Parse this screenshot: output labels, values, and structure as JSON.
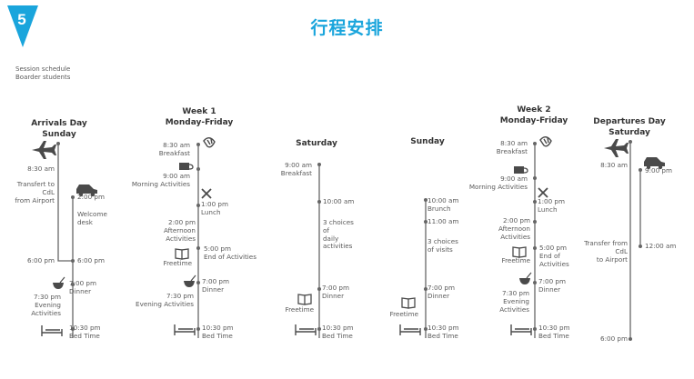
{
  "page_number": "5",
  "title": "行程安排",
  "notes": [
    "Session schedule",
    "Boarder students"
  ],
  "columns": [
    {
      "id": "arrivals",
      "heading": [
        "Arrivals Day",
        "Sunday"
      ],
      "events": [
        {
          "side": "left",
          "row": 1,
          "time": "8:30 am"
        },
        {
          "side": "left",
          "row": 2,
          "label": [
            "Transfert to",
            "CdL",
            "from Airport"
          ]
        },
        {
          "side": "right",
          "row": 2,
          "time": "2:00 pm"
        },
        {
          "side": "right",
          "row": 3,
          "label": [
            "Welcome",
            "desk"
          ]
        },
        {
          "side": "left",
          "row": 4,
          "time": "6:00 pm"
        },
        {
          "side": "right",
          "row": 4,
          "time": "6:00 pm"
        },
        {
          "side": "right",
          "row": 5,
          "time": "7:00 pm",
          "label": [
            "Dinner"
          ]
        },
        {
          "side": "left",
          "row": 6,
          "time": "7:30 pm",
          "label": [
            "Evening",
            "Activities"
          ]
        },
        {
          "side": "right",
          "row": 7,
          "time": "10:30 pm",
          "label": [
            "Bed Time"
          ]
        }
      ]
    },
    {
      "id": "week1",
      "heading": [
        "Week 1",
        "Monday-Friday"
      ],
      "events": [
        {
          "side": "left",
          "row": 1,
          "time": "8:30 am",
          "label": [
            "Breakfast"
          ]
        },
        {
          "side": "left",
          "row": 2,
          "time": "9:00 am",
          "label": [
            "Morning Activities"
          ]
        },
        {
          "side": "right",
          "row": 3,
          "time": "1:00 pm",
          "label": [
            "Lunch"
          ]
        },
        {
          "side": "left",
          "row": 4,
          "time": "2:00 pm",
          "label": [
            "Afternoon",
            "Activities"
          ]
        },
        {
          "side": "right",
          "row": 5,
          "time": "5:00 pm",
          "label": [
            "End of Activities"
          ]
        },
        {
          "side": "left",
          "row": 6,
          "label": [
            "Freetime"
          ]
        },
        {
          "side": "right",
          "row": 7,
          "time": "7:00 pm",
          "label": [
            "Dinner"
          ]
        },
        {
          "side": "left",
          "row": 8,
          "time": "7:30 pm",
          "label": [
            "Evening Activities"
          ]
        },
        {
          "side": "right",
          "row": 9,
          "time": "10:30 pm",
          "label": [
            "Bed Time"
          ]
        }
      ]
    },
    {
      "id": "saturday1",
      "heading": [
        "Saturday"
      ],
      "events": [
        {
          "side": "left",
          "row": 1,
          "time": "9:00 am",
          "label": [
            "Breakfast"
          ]
        },
        {
          "side": "right",
          "row": 2,
          "time": "10:00 am"
        },
        {
          "side": "right",
          "row": 3,
          "label": [
            "3 choices",
            "of",
            "daily",
            "activities"
          ]
        },
        {
          "side": "right",
          "row": 4,
          "time": "7:00 pm",
          "label": [
            "Dinner"
          ]
        },
        {
          "side": "left",
          "row": 5,
          "label": [
            "Freetime"
          ]
        },
        {
          "side": "right",
          "row": 6,
          "time": "10:30 pm",
          "label": [
            "Bed Time"
          ]
        }
      ]
    },
    {
      "id": "sunday",
      "heading": [
        "Sunday"
      ],
      "events": [
        {
          "side": "right",
          "row": 1,
          "time": "10:00 am",
          "label": [
            "Brunch"
          ]
        },
        {
          "side": "right",
          "row": 2,
          "time": "11:00 am"
        },
        {
          "side": "right",
          "row": 3,
          "label": [
            "3 choices",
            "of visits"
          ]
        },
        {
          "side": "right",
          "row": 4,
          "time": "7:00 pm",
          "label": [
            "Dinner"
          ]
        },
        {
          "side": "left",
          "row": 5,
          "label": [
            "Freetime"
          ]
        },
        {
          "side": "right",
          "row": 6,
          "time": "10:30 pm",
          "label": [
            "Bed Time"
          ]
        }
      ]
    },
    {
      "id": "week2",
      "heading": [
        "Week 2",
        "Monday-Friday"
      ],
      "events": [
        {
          "side": "left",
          "row": 1,
          "time": "8:30 am",
          "label": [
            "Breakfast"
          ]
        },
        {
          "side": "left",
          "row": 2,
          "time": "9:00 am",
          "label": [
            "Morning Activities"
          ]
        },
        {
          "side": "right",
          "row": 3,
          "time": "1:00 pm",
          "label": [
            "Lunch"
          ]
        },
        {
          "side": "left",
          "row": 4,
          "time": "2:00 pm",
          "label": [
            "Afternoon",
            "Activities"
          ]
        },
        {
          "side": "right",
          "row": 5,
          "time": "5:00 pm",
          "label": [
            "End of",
            "Activities"
          ]
        },
        {
          "side": "left",
          "row": 6,
          "label": [
            "Freetime"
          ]
        },
        {
          "side": "right",
          "row": 7,
          "time": "7:00 pm",
          "label": [
            "Dinner"
          ]
        },
        {
          "side": "left",
          "row": 8,
          "time": "7:30 pm",
          "label": [
            "Evening",
            "Activities"
          ]
        },
        {
          "side": "right",
          "row": 9,
          "time": "10:30 pm",
          "label": [
            "Bed Time"
          ]
        }
      ]
    },
    {
      "id": "departures",
      "heading": [
        "Departures Day",
        "Saturday"
      ],
      "events": [
        {
          "side": "left",
          "row": 1,
          "time": "8:30 am"
        },
        {
          "side": "right",
          "row": 1,
          "time": "9:00 pm"
        },
        {
          "side": "left",
          "row": 2,
          "label": [
            "Transfer from",
            "CdL",
            "to Airport"
          ]
        },
        {
          "side": "right",
          "row": 2,
          "time": "12:00 am"
        },
        {
          "side": "left",
          "row": 3,
          "time": "6:00 pm"
        }
      ]
    }
  ],
  "icons": [
    "plane-icon",
    "car-icon",
    "bed-icon",
    "dinner-bowl-icon",
    "croissant-icon",
    "coffee-cup-icon",
    "cutlery-icon",
    "book-icon"
  ],
  "colors": {
    "accent": "#1aa5dc",
    "line": "#666666",
    "text": "#5a5a5a"
  }
}
